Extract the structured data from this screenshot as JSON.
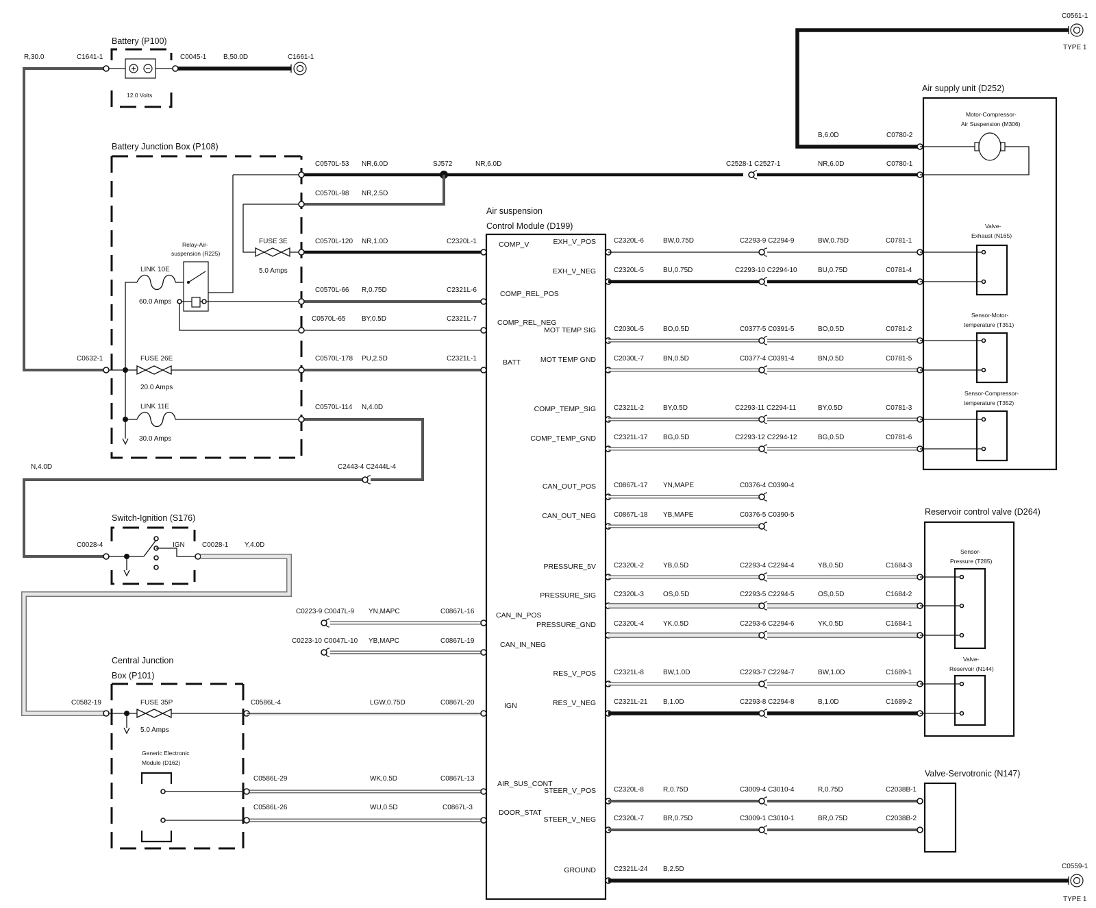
{
  "components": {
    "battery": {
      "title": "Battery (P100)",
      "volts": "12.0 Volts"
    },
    "bjb": {
      "title": "Battery Junction Box (P108)"
    },
    "relay": {
      "l1": "Relay-Air-",
      "l2": "suspension (R225)"
    },
    "link10e": {
      "name": "LINK 10E",
      "rating": "60.0 Amps"
    },
    "fuse3e": {
      "name": "FUSE 3E",
      "rating": "5.0 Amps"
    },
    "fuse26e": {
      "name": "FUSE 26E",
      "rating": "20.0 Amps"
    },
    "link11e": {
      "name": "LINK 11E",
      "rating": "30.0 Amps"
    },
    "ignition": {
      "title": "Switch-Ignition (S176)",
      "ign": "IGN"
    },
    "cjb": {
      "title1": "Central Junction",
      "title2": "Box (P101)"
    },
    "fuse35p": {
      "name": "FUSE 35P",
      "rating": "5.0 Amps"
    },
    "gem": {
      "l1": "Generic Electronic",
      "l2": "Module (D162)"
    },
    "module": {
      "title1": "Air suspension",
      "title2": "Control Module (D199)"
    },
    "asu": {
      "title": "Air supply unit (D252)"
    },
    "motor": {
      "l1": "Motor-Compressor-",
      "l2": "Air Suspension (M306)"
    },
    "valve_exhaust": {
      "l1": "Valve-",
      "l2": "Exhaust (N165)"
    },
    "sensor_motor": {
      "l1": "Sensor-Motor-",
      "l2": "temperature (T351)"
    },
    "sensor_comp": {
      "l1": "Sensor-Compressor-",
      "l2": "temperature (T352)"
    },
    "rcv": {
      "title": "Reservoir control valve (D264)"
    },
    "sensor_press": {
      "l1": "Sensor-",
      "l2": "Pressure (T285)"
    },
    "valve_res": {
      "l1": "Valve-",
      "l2": "Reservoir (N144)"
    },
    "servo": {
      "title": "Valve-Servotronic (N147)"
    }
  },
  "grounds": {
    "g1": {
      "conn": "C0561-1",
      "type": "TYPE 1"
    },
    "g2": {
      "conn": "C0559-1",
      "type": "TYPE 1"
    },
    "c1661": "C1661-1"
  },
  "pins_left": [
    "COMP_V",
    "COMP_REL_POS",
    "COMP_REL_NEG",
    "BATT",
    "CAN_IN_POS",
    "CAN_IN_NEG",
    "IGN",
    "AIR_SUS_CONT",
    "DOOR_STAT"
  ],
  "pins_right": [
    "EXH_V_POS",
    "EXH_V_NEG",
    "MOT TEMP SIG",
    "MOT TEMP GND",
    "COMP_TEMP_SIG",
    "COMP_TEMP_GND",
    "CAN_OUT_POS",
    "CAN_OUT_NEG",
    "PRESSURE_5V",
    "PRESSURE_SIG",
    "PRESSURE_GND",
    "RES_V_POS",
    "RES_V_NEG",
    "STEER_V_POS",
    "STEER_V_NEG",
    "GROUND"
  ],
  "left_wires": {
    "r300": "R,30.0",
    "c1641": "C1641-1",
    "c0045": "C0045-1",
    "b500": "B,50.0D",
    "c0632": "C0632-1",
    "n40": "N,4.0D",
    "c2443": "C2443-4 C2444L-4",
    "c0028_4": "C0028-4",
    "c0028_1": "C0028-1",
    "y40": "Y,4.0D",
    "c0582": "C0582-19",
    "c0586_4": "C0586L-4",
    "lgw": "LGW,0.75D",
    "c0867_20": "C0867L-20",
    "c0586_29": "C0586L-29",
    "wk": "WK,0.5D",
    "c0867_13": "C0867L-13",
    "c0586_26": "C0586L-26",
    "wu": "WU,0.5D",
    "c0867_3": "C0867L-3",
    "c0223_9": "C0223-9 C0047L-9",
    "ynmapc": "YN,MAPC",
    "c0867_16": "C0867L-16",
    "c0223_10": "C0223-10 C0047L-10",
    "ybmapc": "YB,MAPC",
    "c0867_19": "C0867L-19"
  },
  "bjb_wires": {
    "c53": "C0570L-53",
    "nr60a": "NR,6.0D",
    "sj572": "SJ572",
    "nr60b": "NR,6.0D",
    "c98": "C0570L-98",
    "nr25": "NR,2.5D",
    "c120": "C0570L-120",
    "nr10": "NR,1.0D",
    "c2320_1": "C2320L-1",
    "c66": "C0570L-66",
    "r075": "R,0.75D",
    "c2321_6": "C2321L-6",
    "c65": "C0570L-65",
    "by05a": "BY,0.5D",
    "c2321_7": "C2321L-7",
    "c178": "C0570L-178",
    "pu25": "PU,2.5D",
    "c2321_1": "C2321L-1",
    "c114": "C0570L-114",
    "n40": "N,4.0D"
  },
  "top_wires": {
    "b60": "B,6.0D",
    "c0780_2": "C0780-2",
    "c2528": "C2528-1 C2527-1",
    "nr60": "NR,6.0D",
    "c0780_1": "C0780-1"
  },
  "right_rows": [
    {
      "a": "C2320L-6",
      "b": "BW,0.75D",
      "c": "C2293-9 C2294-9",
      "d": "BW,0.75D",
      "e": "C0781-1"
    },
    {
      "a": "C2320L-5",
      "b": "BU,0.75D",
      "c": "C2293-10 C2294-10",
      "d": "BU,0.75D",
      "e": "C0781-4"
    },
    {
      "a": "C2030L-5",
      "b": "BO,0.5D",
      "c": "C0377-5 C0391-5",
      "d": "BO,0.5D",
      "e": "C0781-2"
    },
    {
      "a": "C2030L-7",
      "b": "BN,0.5D",
      "c": "C0377-4 C0391-4",
      "d": "BN,0.5D",
      "e": "C0781-5"
    },
    {
      "a": "C2321L-2",
      "b": "BY,0.5D",
      "c": "C2293-11 C2294-11",
      "d": "BY,0.5D",
      "e": "C0781-3"
    },
    {
      "a": "C2321L-17",
      "b": "BG,0.5D",
      "c": "C2293-12 C2294-12",
      "d": "BG,0.5D",
      "e": "C0781-6"
    },
    {
      "a": "C0867L-17",
      "b": "YN,MAPE",
      "c": "C0376-4 C0390-4",
      "d": "",
      "e": ""
    },
    {
      "a": "C0867L-18",
      "b": "YB,MAPE",
      "c": "C0376-5 C0390-5",
      "d": "",
      "e": ""
    },
    {
      "a": "C2320L-2",
      "b": "YB,0.5D",
      "c": "C2293-4 C2294-4",
      "d": "YB,0.5D",
      "e": "C1684-3"
    },
    {
      "a": "C2320L-3",
      "b": "OS,0.5D",
      "c": "C2293-5 C2294-5",
      "d": "OS,0.5D",
      "e": "C1684-2"
    },
    {
      "a": "C2320L-4",
      "b": "YK,0.5D",
      "c": "C2293-6 C2294-6",
      "d": "YK,0.5D",
      "e": "C1684-1"
    },
    {
      "a": "C2321L-8",
      "b": "BW,1.0D",
      "c": "C2293-7 C2294-7",
      "d": "BW,1.0D",
      "e": "C1689-1"
    },
    {
      "a": "C2321L-21",
      "b": "B,1.0D",
      "c": "C2293-8 C2294-8",
      "d": "B,1.0D",
      "e": "C1689-2"
    },
    {
      "a": "C2320L-8",
      "b": "R,0.75D",
      "c": "C3009-4 C3010-4",
      "d": "R,0.75D",
      "e": "C2038B-1"
    },
    {
      "a": "C2320L-7",
      "b": "BR,0.75D",
      "c": "C3009-1 C3010-1",
      "d": "BR,0.75D",
      "e": "C2038B-2"
    },
    {
      "a": "C2321L-24",
      "b": "B,2.5D",
      "c": "",
      "d": "",
      "e": ""
    }
  ]
}
